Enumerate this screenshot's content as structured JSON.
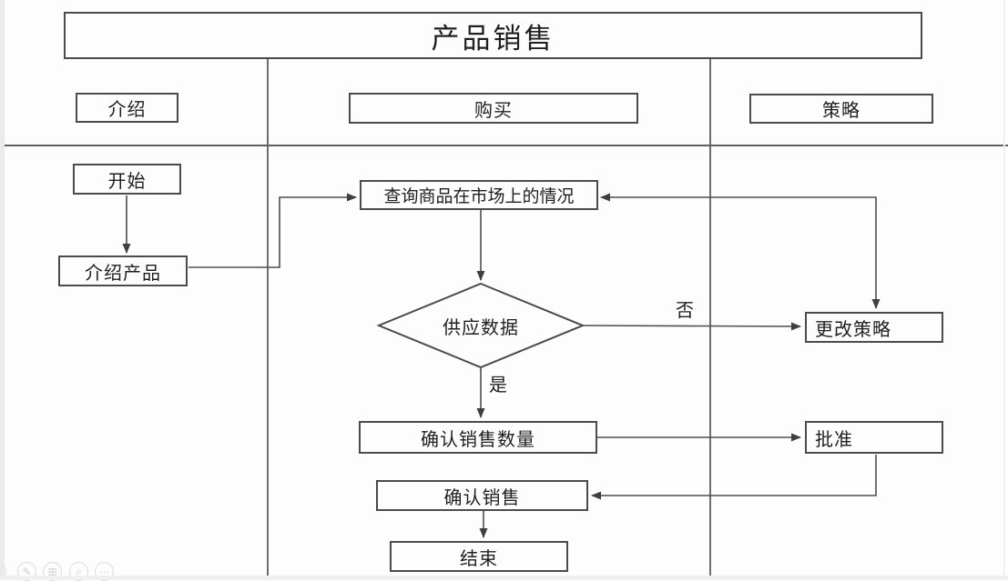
{
  "diagram": {
    "title": "产品销售",
    "lanes": [
      {
        "label": "介绍"
      },
      {
        "label": "购买"
      },
      {
        "label": "策略"
      }
    ],
    "nodes": {
      "start": {
        "label": "开始",
        "type": "process"
      },
      "introduce_product": {
        "label": "介绍产品",
        "type": "process"
      },
      "check_market": {
        "label": "查询商品在市场上的情况",
        "type": "process"
      },
      "supply_data": {
        "label": "供应数据",
        "type": "decision"
      },
      "change_strategy": {
        "label": "更改策略",
        "type": "process"
      },
      "confirm_quantity": {
        "label": "确认销售数量",
        "type": "process"
      },
      "approve": {
        "label": "批准",
        "type": "process"
      },
      "confirm_sale": {
        "label": "确认销售",
        "type": "process"
      },
      "end": {
        "label": "结束",
        "type": "process"
      }
    },
    "edge_labels": {
      "yes": "是",
      "no": "否"
    },
    "edges": [
      {
        "from": "start",
        "to": "introduce_product"
      },
      {
        "from": "introduce_product",
        "to": "check_market"
      },
      {
        "from": "check_market",
        "to": "supply_data"
      },
      {
        "from": "supply_data",
        "to": "confirm_quantity",
        "label": "是"
      },
      {
        "from": "supply_data",
        "to": "change_strategy",
        "label": "否"
      },
      {
        "from": "change_strategy",
        "to": "check_market"
      },
      {
        "from": "confirm_quantity",
        "to": "approve"
      },
      {
        "from": "approve",
        "to": "confirm_sale"
      },
      {
        "from": "confirm_sale",
        "to": "end"
      }
    ]
  },
  "toolbar": {
    "icons": [
      {
        "name": "edge-partial-icon",
        "glyph": ""
      },
      {
        "name": "edit-pencil-icon",
        "glyph": "✎"
      },
      {
        "name": "apps-grid-icon",
        "glyph": "⊞"
      },
      {
        "name": "search-icon",
        "glyph": "⌕"
      },
      {
        "name": "more-icon",
        "glyph": "⋯"
      }
    ]
  },
  "colors": {
    "line": "#4e4e4e",
    "lane_line": "#6e6e6e",
    "text": "#1f1f1f",
    "background": "#fdfdfd",
    "box_fill": "#fdfdfd"
  }
}
